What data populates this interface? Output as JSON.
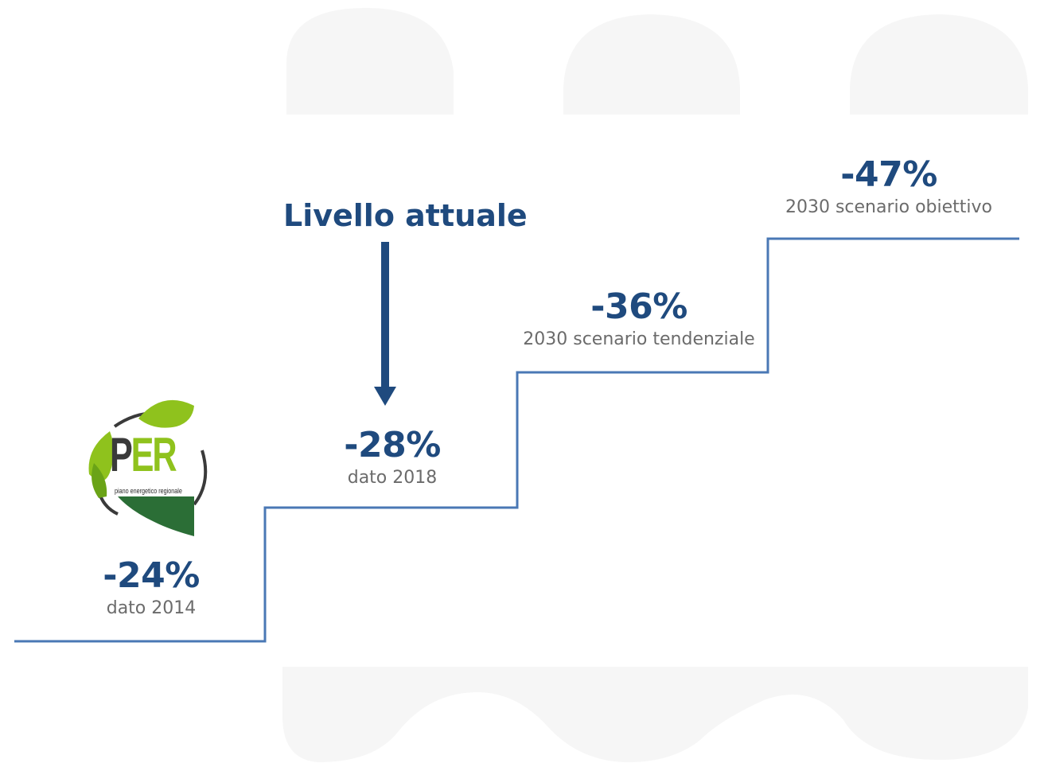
{
  "heading": "Livello attuale",
  "steps": [
    {
      "value": "-24%",
      "label": "dato 2014"
    },
    {
      "value": "-28%",
      "label": "dato 2018"
    },
    {
      "value": "-36%",
      "label": "2030 scenario tendenziale"
    },
    {
      "value": "-47%",
      "label": "2030 scenario obiettivo"
    }
  ],
  "logo": {
    "letter_p": "P",
    "letters_er": "ER",
    "subtitle": "piano energetico regionale"
  },
  "colors": {
    "value_text": "#1f4a7e",
    "caption_text": "#6b6b6b",
    "stair_line": "#4a78b5",
    "arrow": "#1f4a7e",
    "logo_green_light": "#8fc21d",
    "logo_green_dark": "#2b6e36"
  },
  "icons": [
    "arrow-down-icon",
    "per-logo"
  ]
}
